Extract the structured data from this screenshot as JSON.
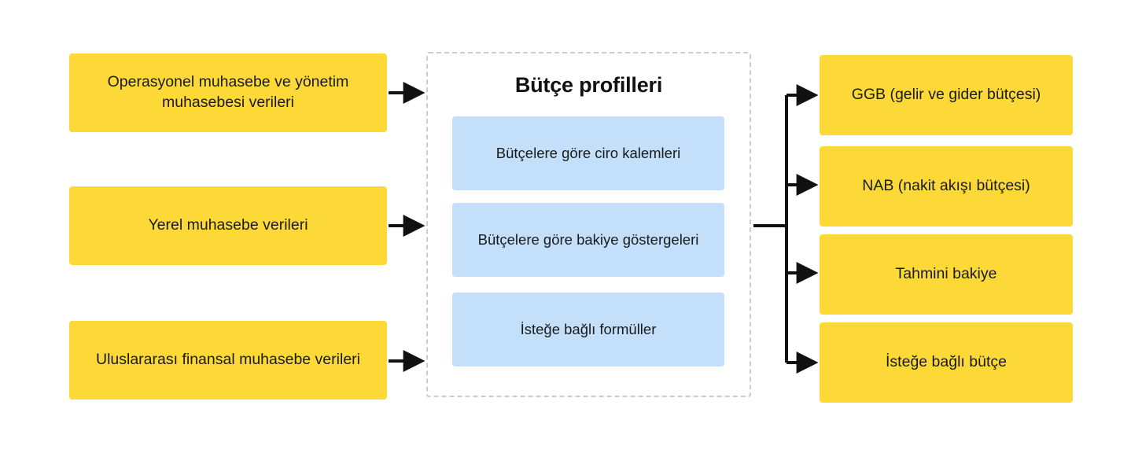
{
  "diagram": {
    "type": "flow-diagram",
    "orientation": "left-to-right",
    "colors": {
      "source_fill": "#FCD936",
      "output_fill": "#FCD936",
      "feature_fill": "#C3DFFA",
      "group_border": "#c7ccd6",
      "connector": "#111111",
      "text": "#1a1a1a",
      "background": "#FFFFFF"
    },
    "sources": [
      {
        "id": "source-operational",
        "label": "Operasyonel muhasebe ve yönetim muhasebesi verileri"
      },
      {
        "id": "source-local",
        "label": "Yerel muhasebe verileri"
      },
      {
        "id": "source-international",
        "label": "Uluslararası finansal muhasebe verileri"
      }
    ],
    "group": {
      "id": "budget-profiles",
      "title": "Bütçe profilleri",
      "features": [
        {
          "id": "feature-turnover-items",
          "label": "Bütçelere göre ciro kalemleri"
        },
        {
          "id": "feature-balance-indicators",
          "label": "Bütçelere göre bakiye göstergeleri"
        },
        {
          "id": "feature-optional-formulas",
          "label": "İsteğe bağlı formüller"
        }
      ]
    },
    "outputs": [
      {
        "id": "output-ggb",
        "label": "GGB (gelir ve gider bütçesi)"
      },
      {
        "id": "output-nab",
        "label": "NAB (nakit akışı bütçesi)"
      },
      {
        "id": "output-estimated-balance",
        "label": "Tahmini bakiye"
      },
      {
        "id": "output-optional-budget",
        "label": "İsteğe bağlı bütçe"
      }
    ]
  }
}
